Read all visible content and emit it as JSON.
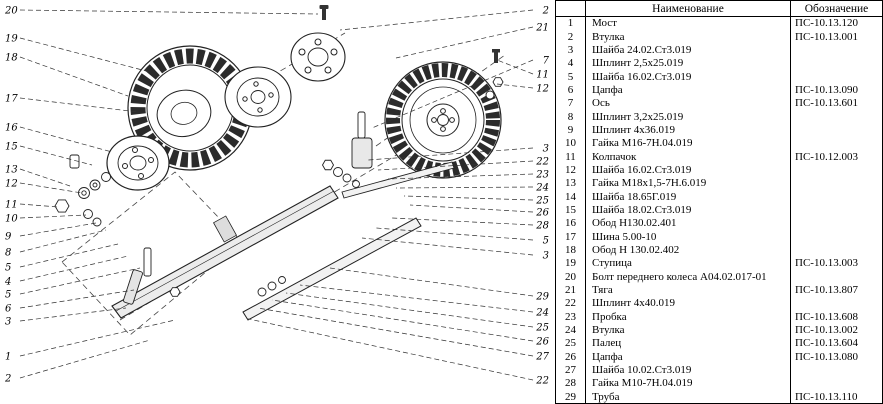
{
  "table": {
    "header_name": "Наименование",
    "header_designation": "Обозначение",
    "rows": [
      {
        "num": "1",
        "name": "Мост",
        "des": "ПС-10.13.120"
      },
      {
        "num": "2",
        "name": "Втулка",
        "des": "ПС-10.13.001"
      },
      {
        "num": "3",
        "name": "Шайба  24.02.Ст3.019",
        "des": ""
      },
      {
        "num": "4",
        "name": "Шплинт 2,5х25.019",
        "des": ""
      },
      {
        "num": "5",
        "name": "Шайба 16.02.Ст3.019",
        "des": ""
      },
      {
        "num": "6",
        "name": "Цапфа",
        "des": "ПС-10.13.090"
      },
      {
        "num": "7",
        "name": "Ось",
        "des": "ПС-10.13.601"
      },
      {
        "num": "8",
        "name": "Шплинт 3,2х25.019",
        "des": ""
      },
      {
        "num": "9",
        "name": "Шплинт 4х36.019",
        "des": ""
      },
      {
        "num": "10",
        "name": "Гайка М16-7Н.04.019",
        "des": ""
      },
      {
        "num": "11",
        "name": "Колпачок",
        "des": "ПС-10.12.003"
      },
      {
        "num": "12",
        "name": "Шайба 16.02.Ст3.019",
        "des": ""
      },
      {
        "num": "13",
        "name": "Гайка М18х1,5-7Н.6.019",
        "des": ""
      },
      {
        "num": "14",
        "name": "Шайба 18.65Г.019",
        "des": ""
      },
      {
        "num": "15",
        "name": "Шайба 18.02.Ст3.019",
        "des": ""
      },
      {
        "num": "16",
        "name": "Обод Н130.02.401",
        "des": ""
      },
      {
        "num": "17",
        "name": "Шина 5.00-10",
        "des": ""
      },
      {
        "num": "18",
        "name": "Обод Н 130.02.402",
        "des": ""
      },
      {
        "num": "19",
        "name": "Ступица",
        "des": "ПС-10.13.003"
      },
      {
        "num": "20",
        "name": "Болт переднего колеса А04.02.017-01",
        "des": ""
      },
      {
        "num": "21",
        "name": "Тяга",
        "des": "ПС-10.13.807"
      },
      {
        "num": "22",
        "name": "Шплинт 4х40.019",
        "des": ""
      },
      {
        "num": "23",
        "name": "Пробка",
        "des": "ПС-10.13.608"
      },
      {
        "num": "24",
        "name": "Втулка",
        "des": "ПС-10.13.002"
      },
      {
        "num": "25",
        "name": "Палец",
        "des": "ПС-10.13.604"
      },
      {
        "num": "26",
        "name": "Цапфа",
        "des": "ПС-10.13.080"
      },
      {
        "num": "27",
        "name": "Шайба 10.02.Ст3.019",
        "des": ""
      },
      {
        "num": "28",
        "name": "Гайка М10-7Н.04.019",
        "des": ""
      },
      {
        "num": "29",
        "name": "Труба",
        "des": "ПС-10.13.110"
      }
    ]
  },
  "diagram": {
    "callouts_left": [
      "20",
      "19",
      "18",
      "17",
      "16",
      "15",
      "13",
      "12",
      "11",
      "10",
      "9",
      "8",
      "5",
      "4",
      "5",
      "6",
      "3",
      "1",
      "2"
    ],
    "callouts_right": [
      "2",
      "21",
      "7",
      "11",
      "12",
      "3",
      "22",
      "23",
      "24",
      "25",
      "26",
      "28",
      "5",
      "3",
      "29",
      "24",
      "25",
      "26",
      "27",
      "22"
    ]
  }
}
